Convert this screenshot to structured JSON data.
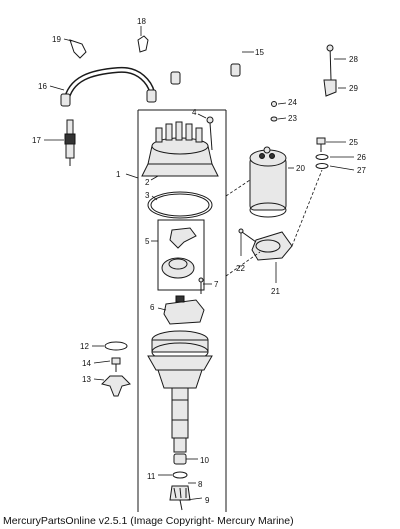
{
  "footer": {
    "text": "MercuryPartsOnline v2.5.1 (Image Copyright- Mercury Marine)"
  },
  "callouts": {
    "c1": "1",
    "c2": "2",
    "c3": "3",
    "c4": "4",
    "c5": "5",
    "c6": "6",
    "c7": "7",
    "c8": "8",
    "c9": "9",
    "c10": "10",
    "c11": "11",
    "c12": "12",
    "c13": "13",
    "c14": "14",
    "c15": "15",
    "c16": "16",
    "c17": "17",
    "c18": "18",
    "c19": "19",
    "c20": "20",
    "c21": "21",
    "c22": "22",
    "c23": "23",
    "c24": "24",
    "c25": "25",
    "c26": "26",
    "c27": "27",
    "c28": "28",
    "c29": "29"
  }
}
